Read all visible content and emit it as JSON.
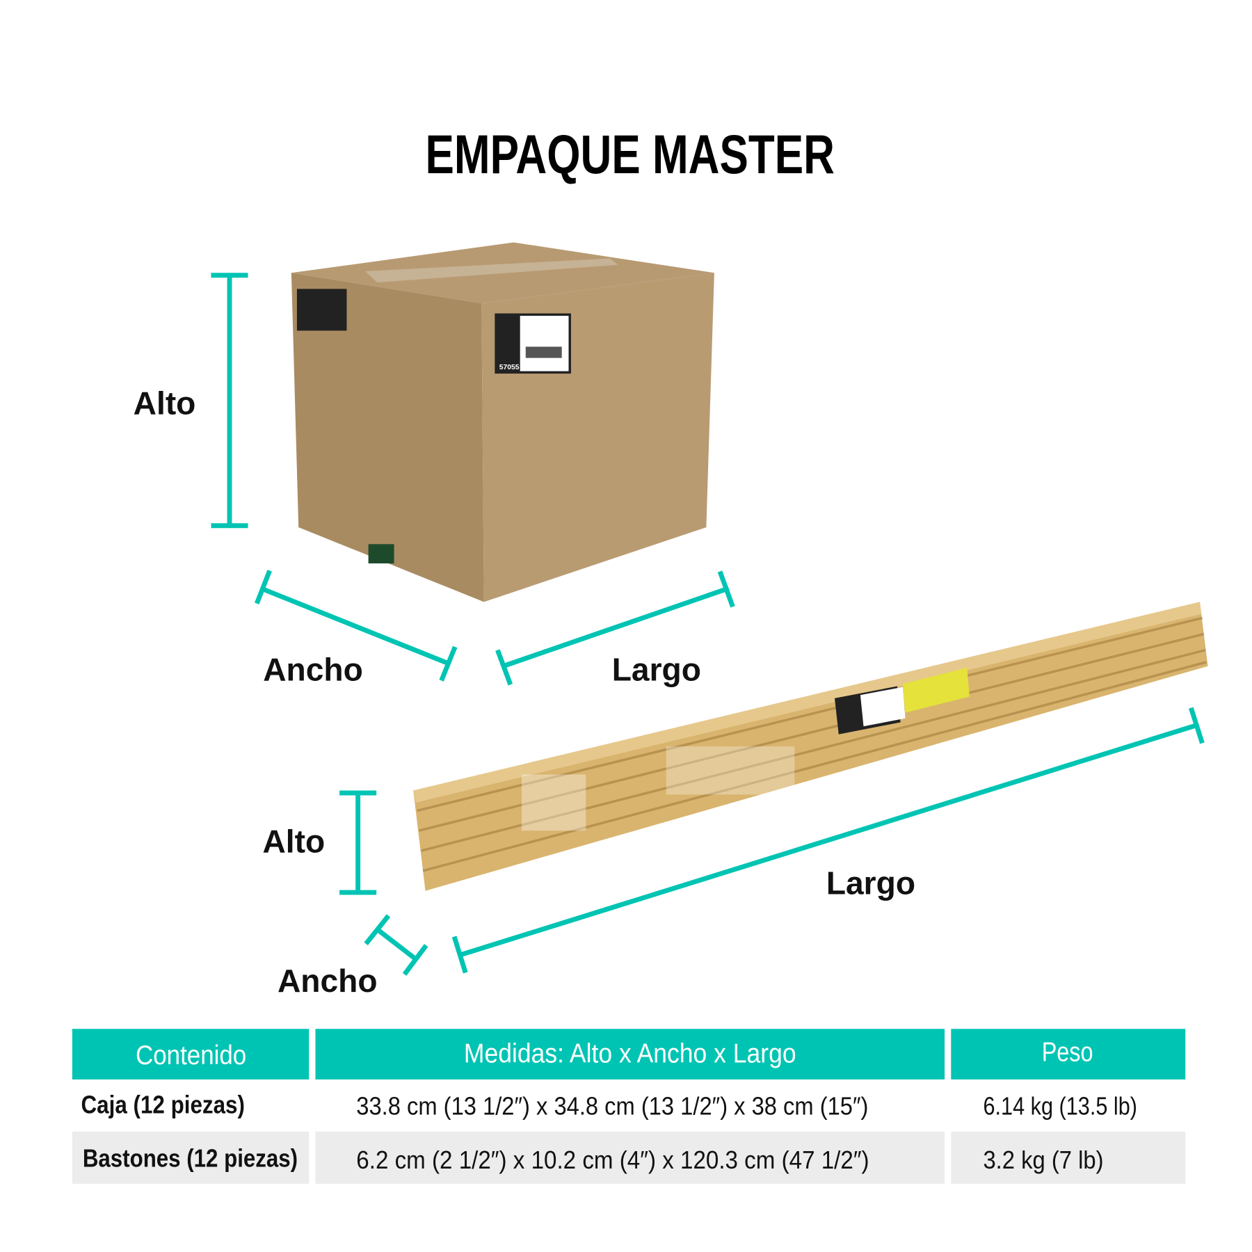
{
  "title": "EMPAQUE MASTER",
  "accent_color": "#00c4b3",
  "box": {
    "labels": {
      "alto": "Alto",
      "ancho": "Ancho",
      "largo": "Largo"
    },
    "sticker_code": "57055"
  },
  "sticks": {
    "labels": {
      "alto": "Alto",
      "ancho": "Ancho",
      "largo": "Largo"
    }
  },
  "table": {
    "headers": [
      "Contenido",
      "Medidas: Alto x Ancho x Largo",
      "Peso"
    ],
    "rows": [
      [
        "Caja (12 piezas)",
        "33.8 cm (13 1/2″) x 34.8 cm (13 1/2″) x 38 cm (15″)",
        "6.14 kg (13.5 lb)"
      ],
      [
        "Bastones (12 piezas)",
        "6.2 cm (2 1/2″) x 10.2 cm (4″) x 120.3 cm (47 1/2″)",
        "3.2 kg (7 lb)"
      ]
    ]
  }
}
